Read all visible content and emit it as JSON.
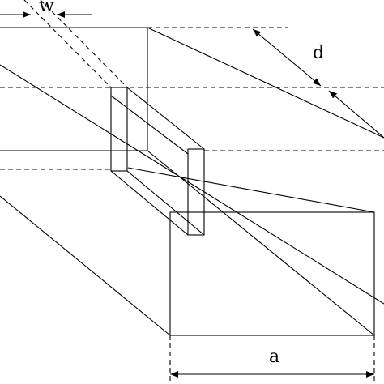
{
  "labels": {
    "w": "w",
    "d": "d",
    "a": "a"
  },
  "colors": {
    "ink": "#000000",
    "background": "#ffffff"
  }
}
